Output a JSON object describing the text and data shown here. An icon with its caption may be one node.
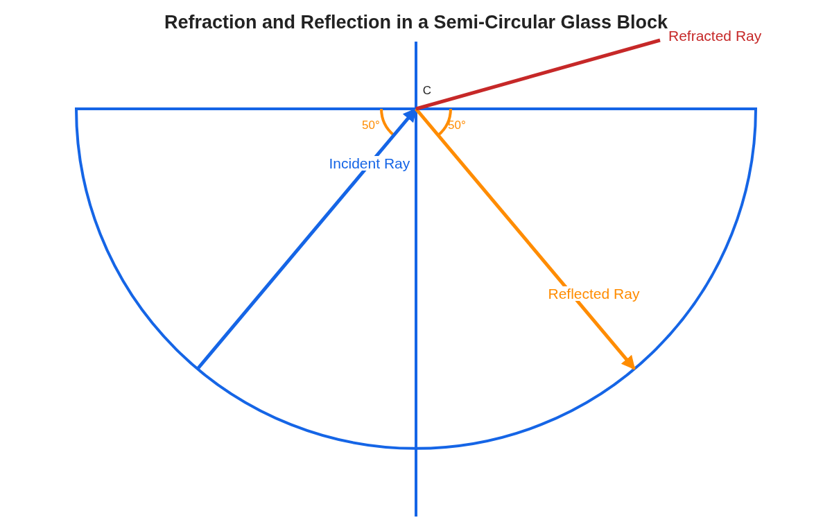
{
  "diagram": {
    "title": "Refraction and Reflection in a Semi-Circular Glass Block",
    "nodes": [
      {
        "text": [],
        "shape": "semicircle"
      },
      {
        "text": [
          "C"
        ]
      }
    ],
    "edges": [
      {
        "from": 0,
        "to": 1,
        "arrow": "to",
        "label": "Incident Ray",
        "color": "#1565e6"
      },
      {
        "from": 1,
        "to": 0,
        "arrow": "to",
        "label": "Reflected Ray",
        "color": "#ff8c00"
      },
      {
        "from": 1,
        "to": null,
        "arrow": "none",
        "label": "Refracted Ray",
        "color": "#c62828"
      }
    ],
    "labels": [
      "50°",
      "50°"
    ]
  }
}
